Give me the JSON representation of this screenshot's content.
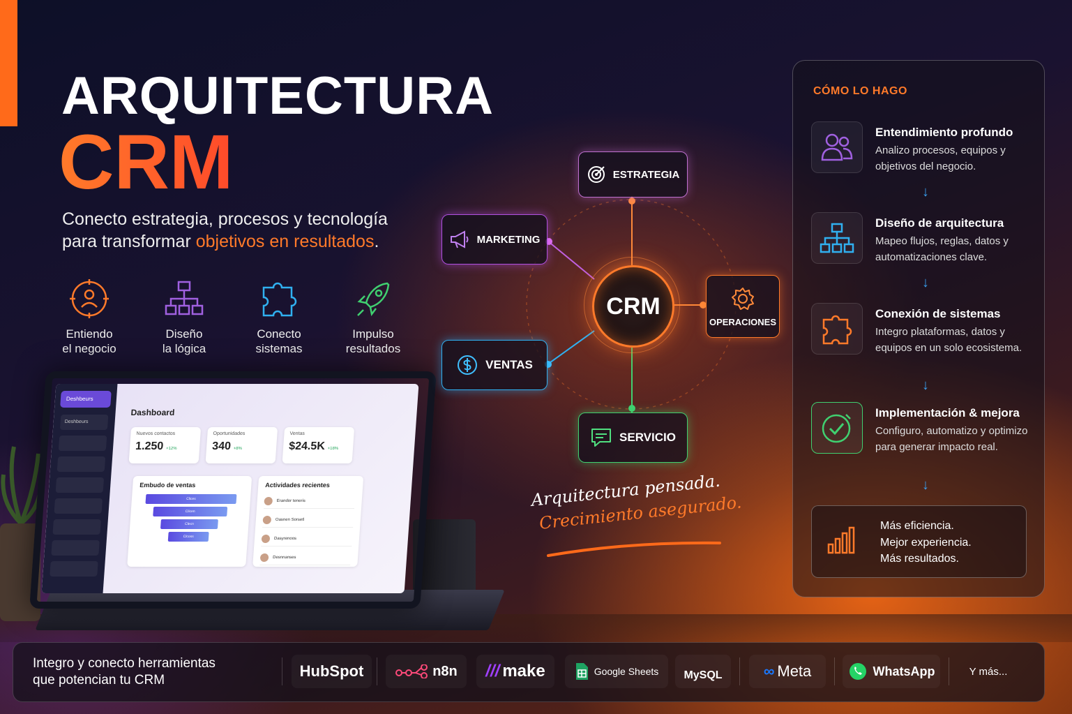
{
  "header": {
    "title_line1": "ARQUITECTURA",
    "title_line2": "CRM",
    "subtitle_part1": "Conecto estrategia, procesos y tecnología para transformar ",
    "subtitle_highlight": "objetivos en resultados",
    "subtitle_end": "."
  },
  "features": [
    {
      "line1": "Entiendo",
      "line2": "el negocio",
      "icon": "target-person-icon",
      "color": "#ff7a2a"
    },
    {
      "line1": "Diseño",
      "line2": "la lógica",
      "icon": "hierarchy-icon",
      "color": "#a060e0"
    },
    {
      "line1": "Conecto",
      "line2": "sistemas",
      "icon": "puzzle-icon",
      "color": "#30b0f0"
    },
    {
      "line1": "Impulso",
      "line2": "resultados",
      "icon": "rocket-icon",
      "color": "#40d070"
    }
  ],
  "dashboard": {
    "brand": "Deshbeurs",
    "nav_head": "Deshbeurs",
    "title": "Dashboard",
    "cards": [
      {
        "label": "Nuevos contactos",
        "value": "1.250",
        "delta": "+12%"
      },
      {
        "label": "Oportunidades",
        "value": "340",
        "delta": "+8%"
      },
      {
        "label": "Ventas",
        "value": "$24.5K",
        "delta": "+18%"
      }
    ],
    "funnel_title": "Embudo de ventas",
    "funnel_levels": [
      "Clices",
      "Clicen",
      "Clecn",
      "Clcoss"
    ],
    "activity_title": "Actividades recientes",
    "activities": [
      "Erandor teneris",
      "Oasnen Sorsetl",
      "Dasyrenoos",
      "Desnnanses"
    ]
  },
  "diagram": {
    "center": "CRM",
    "estrategia": "ESTRATEGIA",
    "marketing": "MARKETING",
    "ventas": "VENTAS",
    "operaciones": "OPERACIONES",
    "servicio": "SERVICIO"
  },
  "slogan": {
    "line1": "Arquitectura pensada.",
    "line2": "Crecimiento asegurado."
  },
  "process": {
    "heading": "CÓMO LO HAGO",
    "steps": [
      {
        "title": "Entendimiento profundo",
        "desc": "Analizo procesos, equipos y objetivos del negocio.",
        "icon": "users-icon",
        "color": "#a060e0"
      },
      {
        "title": "Diseño de arquitectura",
        "desc": "Mapeo flujos, reglas, datos y automatizaciones clave.",
        "icon": "hierarchy-icon",
        "color": "#30b0f0"
      },
      {
        "title": "Conexión de sistemas",
        "desc": "Integro plataformas, datos y equipos en un solo ecosistema.",
        "icon": "puzzle-icon",
        "color": "#ff7a2a"
      },
      {
        "title": "Implementación & mejora",
        "desc": "Configuro, automatizo y optimizo para generar impacto real.",
        "icon": "check-circle-icon",
        "color": "#40d070"
      }
    ],
    "results": [
      "Más eficiencia.",
      "Mejor experiencia.",
      "Más resultados."
    ]
  },
  "integrations": {
    "text_line1": "Integro y conecto herramientas",
    "text_line2": "que potencian tu CRM",
    "tools": [
      "HubSpot",
      "n8n",
      "make",
      "Google Sheets",
      "MySQL",
      "Meta",
      "WhatsApp"
    ],
    "more": "Y más..."
  },
  "colors": {
    "accent": "#ff7a2a",
    "purple": "#a060e0",
    "blue": "#30b0f0",
    "green": "#40d070"
  }
}
